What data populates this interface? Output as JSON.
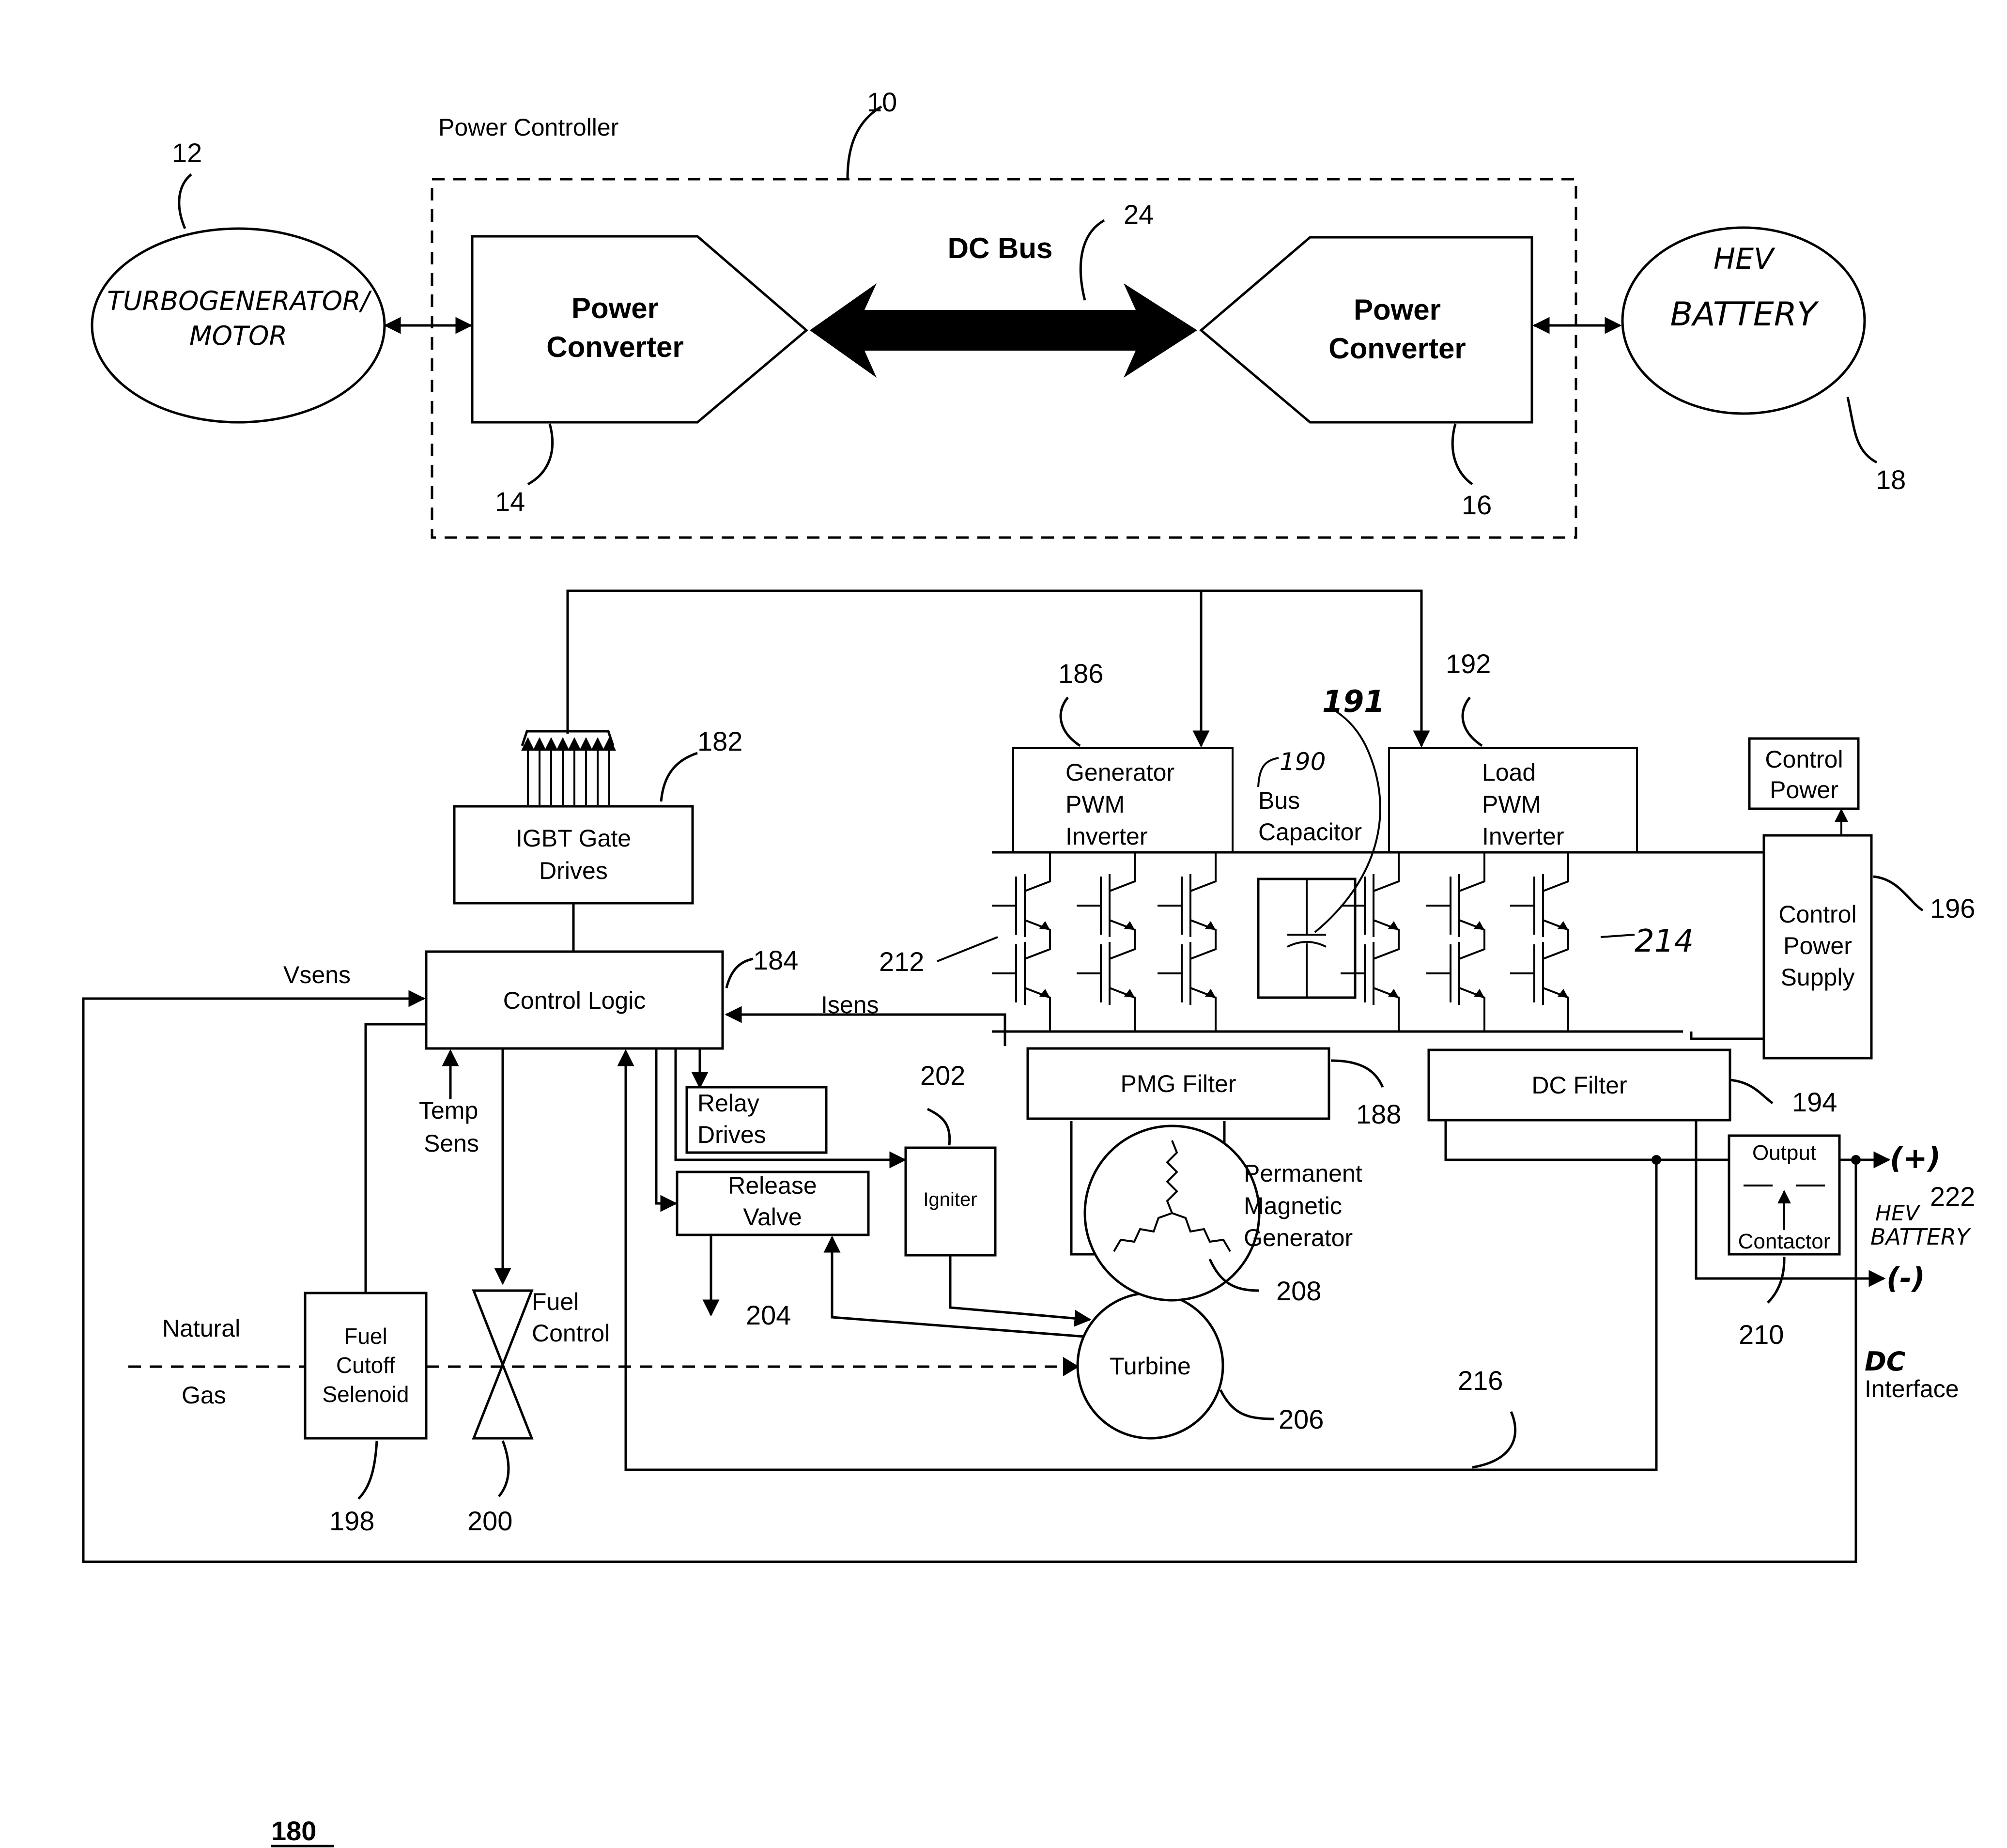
{
  "top": {
    "power_controller": "Power Controller",
    "ref_10": "10",
    "ref_12": "12",
    "turbogenerator_line1": "TURBOGENERATOR/",
    "turbogenerator_line2": "MOTOR",
    "converter_left_line1": "Power",
    "converter_left_line2": "Converter",
    "ref_14": "14",
    "dc_bus": "DC Bus",
    "ref_24": "24",
    "converter_right_line1": "Power",
    "converter_right_line2": "Converter",
    "ref_16": "16",
    "battery_line1": "HEV",
    "battery_line2": "BATTERY",
    "ref_18": "18"
  },
  "bottom": {
    "igbt_line1": "IGBT Gate",
    "igbt_line2": "Drives",
    "ref_182": "182",
    "control_logic": "Control Logic",
    "ref_184": "184",
    "vsens": "Vsens",
    "isens": "Isens",
    "temp_line1": "Temp",
    "temp_line2": "Sens",
    "relay_line1": "Relay",
    "relay_line2": "Drives",
    "release_line1": "Release",
    "release_line2": "Valve",
    "ref_204": "204",
    "igniter": "Igniter",
    "ref_202": "202",
    "natural": "Natural",
    "gas": "Gas",
    "fuel_line1": "Fuel",
    "fuel_line2": "Cutoff",
    "fuel_line3": "Selenoid",
    "ref_198": "198",
    "fuel_control_line1": "Fuel",
    "fuel_control_line2": "Control",
    "ref_200": "200",
    "turbine": "Turbine",
    "ref_206": "206",
    "pmg_line1": "Permanent",
    "pmg_line2": "Magnetic",
    "pmg_line3": "Generator",
    "ref_208": "208",
    "pmg_filter": "PMG Filter",
    "ref_188": "188",
    "gen_inv_line1": "Generator",
    "gen_inv_line2": "PWM",
    "gen_inv_line3": "Inverter",
    "ref_186": "186",
    "bus_cap_line1": "Bus",
    "bus_cap_line2": "Capacitor",
    "ref_190": "190",
    "ref_191": "191",
    "load_inv_line1": "Load",
    "load_inv_line2": "PWM",
    "load_inv_line3": "Inverter",
    "ref_192": "192",
    "ref_212": "212",
    "ref_214": "214",
    "control_power_line1": "Control",
    "control_power_line2": "Power",
    "cps_line1": "Control",
    "cps_line2": "Power",
    "cps_line3": "Supply",
    "ref_196": "196",
    "dc_filter": "DC Filter",
    "ref_194": "194",
    "output": "Output",
    "contactor": "Contactor",
    "ref_210": "210",
    "plus": "(+)",
    "minus": "(-)",
    "ref_222": "222",
    "hev_line1": "HEV",
    "hev_line2": "BATTERY",
    "dc_line1": "DC",
    "dc_line2": "Interface",
    "ref_216": "216",
    "figure_ref": "180"
  }
}
